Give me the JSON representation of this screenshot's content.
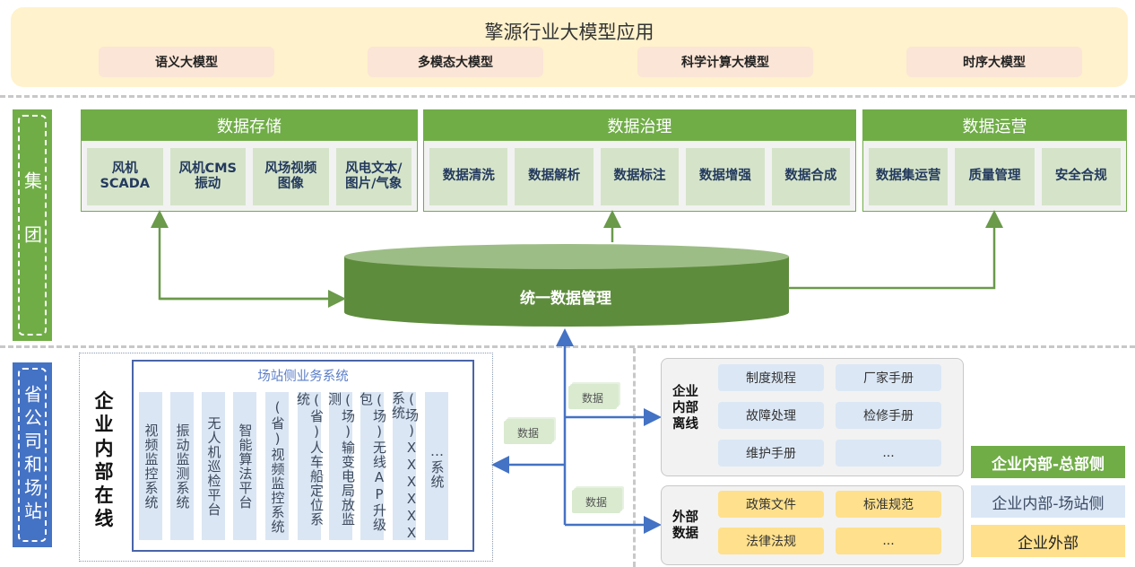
{
  "top": {
    "title": "擎源行业大模型应用",
    "models": [
      "语义大模型",
      "多模态大模型",
      "科学计算大模型",
      "时序大模型"
    ]
  },
  "side_labels": {
    "group": "集团",
    "province": "省公司和场站"
  },
  "sections": {
    "storage": {
      "title": "数据存储",
      "items": [
        "风机\nSCADA",
        "风机CMS\n振动",
        "风场视频\n图像",
        "风电文本/\n图片/气象"
      ]
    },
    "governance": {
      "title": "数据治理",
      "items": [
        "数据清洗",
        "数据解析",
        "数据标注",
        "数据增强",
        "数据合成"
      ]
    },
    "operation": {
      "title": "数据运营",
      "items": [
        "数据集运营",
        "质量管理",
        "安全合规"
      ]
    }
  },
  "hub": {
    "label": "统一数据管理"
  },
  "online": {
    "title": "企业内部在线",
    "station_title": "场站侧业务系统",
    "systems": [
      "视频监控系统",
      "振动监测系统",
      "无人机巡检平台",
      "智能算法平台",
      "(省)视频监控系统",
      "(省)人车船定位系统",
      "(场)输变电局放监测",
      "(场)无线AP升级包",
      "(场)XXXXXX系统",
      "…系统"
    ]
  },
  "data_notes": [
    "数据",
    "数据",
    "数据"
  ],
  "offline": {
    "label": "企业内部\n离线",
    "items": [
      "制度规程",
      "厂家手册",
      "故障处理",
      "检修手册",
      "维护手册",
      "..."
    ]
  },
  "external": {
    "label": "外部\n数据",
    "items": [
      "政策文件",
      "标准规范",
      "法律法规",
      "..."
    ]
  },
  "legend": [
    {
      "label": "企业内部-总部侧",
      "color": "#70ad47"
    },
    {
      "label": "企业内部-场站侧",
      "color": "#dbe7f5"
    },
    {
      "label": "企业外部",
      "color": "#ffe08c"
    }
  ],
  "colors": {
    "group_green": "#70ad47",
    "province_blue": "#4472c4",
    "cell_green": "#d5e4c9",
    "top_band": "#fff2cc",
    "model_chip": "#fbe5d6",
    "arrow_blue": "#4472c4",
    "arrow_green": "#6a9a4a"
  }
}
